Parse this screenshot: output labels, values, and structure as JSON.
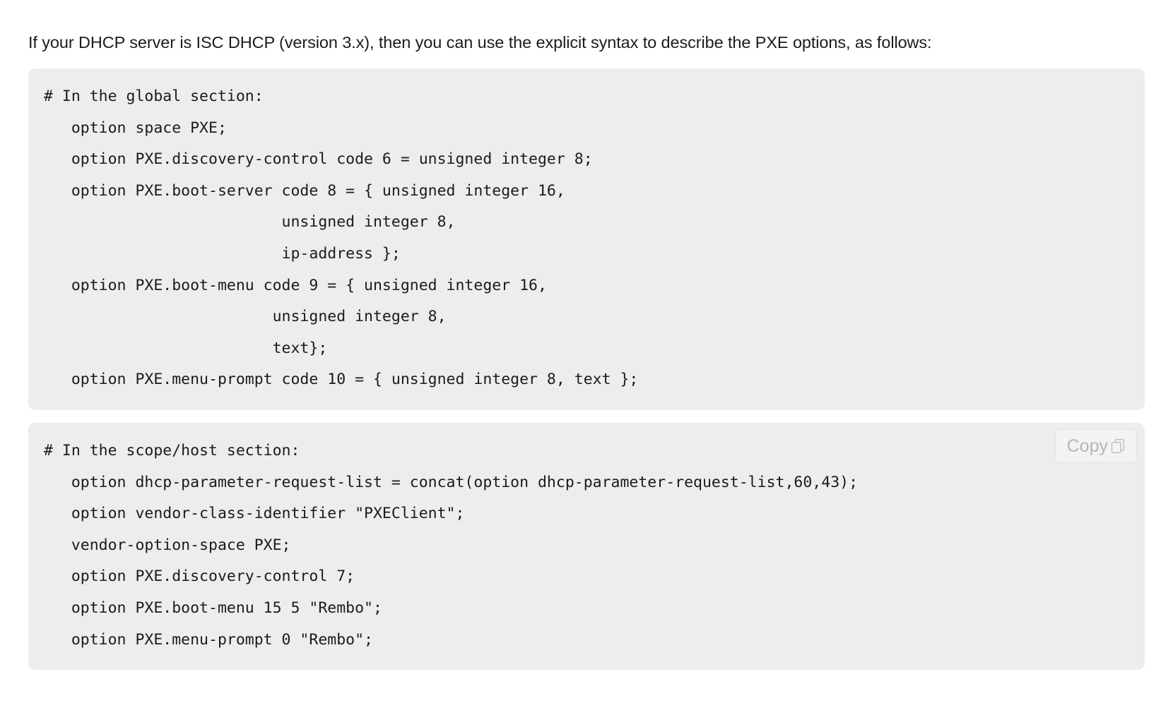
{
  "document": {
    "intro_paragraph": "If your DHCP server is ISC DHCP (version 3.x), then you can use the explicit syntax to describe the PXE options, as follows:",
    "code_blocks": [
      {
        "id": "global-section",
        "language": "dhcp-config",
        "code": "# In the global section:\n   option space PXE;\n   option PXE.discovery-control code 6 = unsigned integer 8;\n   option PXE.boot-server code 8 = { unsigned integer 16,\n                          unsigned integer 8,\n                          ip-address };\n   option PXE.boot-menu code 9 = { unsigned integer 16,\n                         unsigned integer 8,\n                         text};\n   option PXE.menu-prompt code 10 = { unsigned integer 8, text };",
        "has_copy_button": false
      },
      {
        "id": "scope-host-section",
        "language": "dhcp-config",
        "code": "# In the scope/host section:\n   option dhcp-parameter-request-list = concat(option dhcp-parameter-request-list,60,43);\n   option vendor-class-identifier \"PXEClient\";\n   vendor-option-space PXE;\n   option PXE.discovery-control 7;\n   option PXE.boot-menu 15 5 \"Rembo\";\n   option PXE.menu-prompt 0 \"Rembo\";",
        "has_copy_button": true,
        "copy_button": {
          "label": "Copy",
          "icon": "copy-icon"
        }
      }
    ]
  },
  "colors": {
    "page_background": "#ffffff",
    "code_background": "#ededed",
    "code_text": "#1b1b1b",
    "body_text": "#1c1c1c",
    "copy_button_background": "#f3f3f3",
    "copy_button_text": "#b6b6b6"
  }
}
